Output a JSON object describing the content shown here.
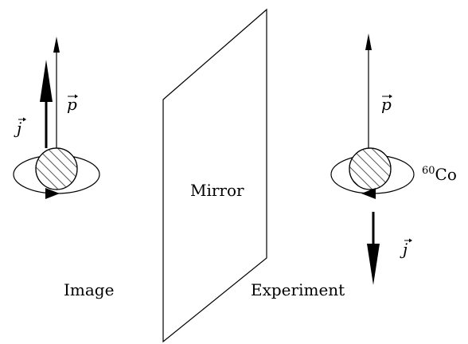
{
  "labels": {
    "momentum": "p",
    "spin": "j",
    "mirror": "Mirror",
    "image": "Image",
    "experiment": "Experiment",
    "isotope_mass": "60",
    "isotope_symbol": "Co"
  },
  "colors": {
    "stroke": "#000000",
    "background": "#ffffff",
    "hatch": "#555555"
  }
}
